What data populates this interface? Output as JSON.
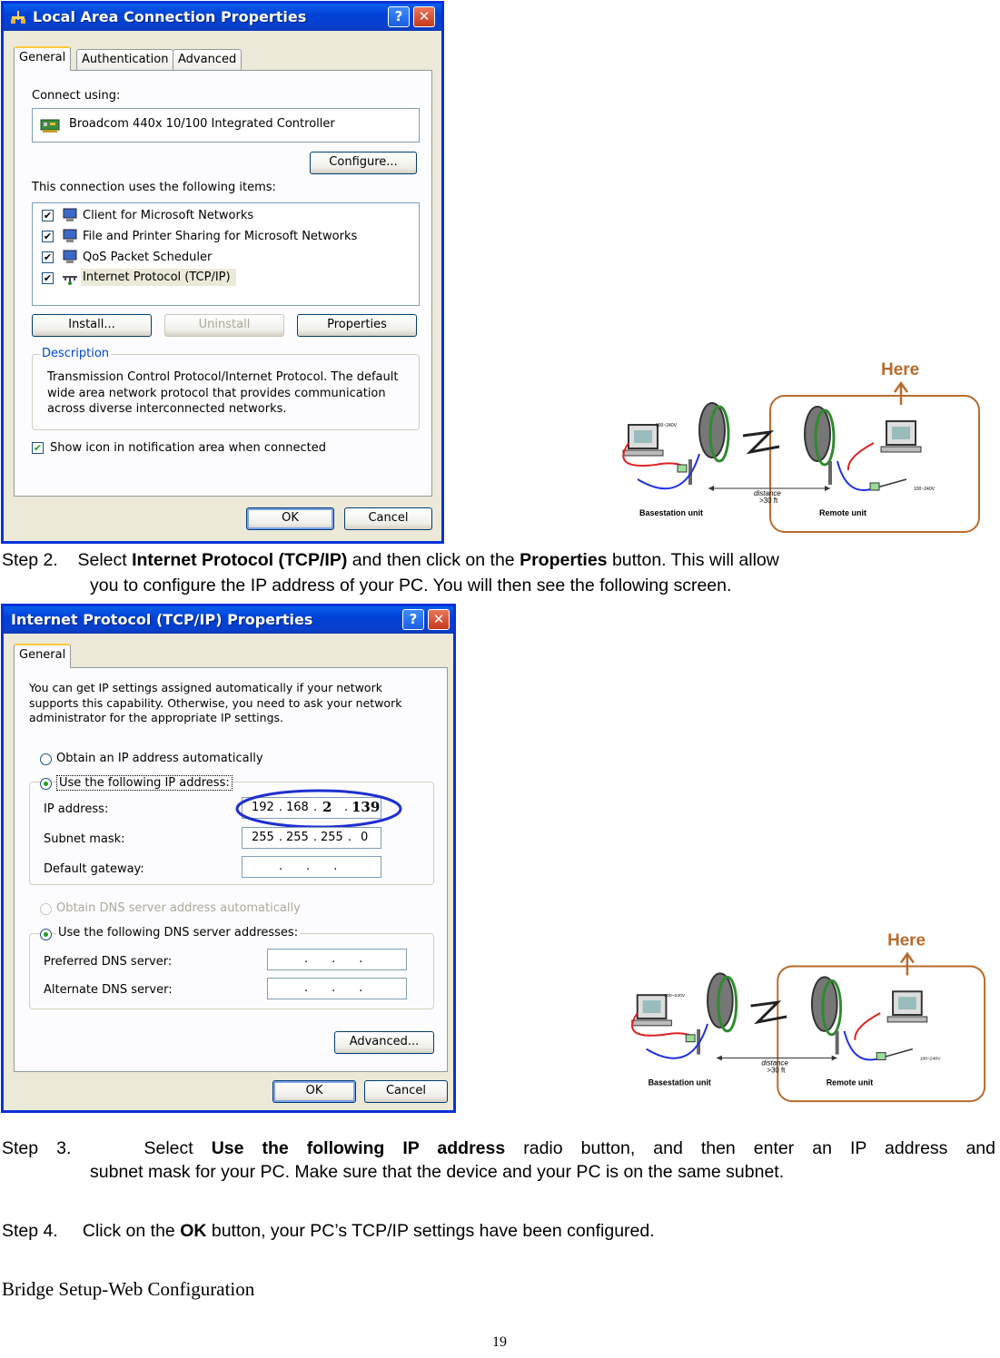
{
  "dialog1": {
    "title": "Local Area Connection Properties",
    "tabs": [
      "General",
      "Authentication",
      "Advanced"
    ],
    "connect_using_label": "Connect using:",
    "adapter": "Broadcom 440x 10/100 Integrated Controller",
    "configure_btn": "Configure...",
    "items_label": "This connection uses the following items:",
    "items": [
      "Client for Microsoft Networks",
      "File and Printer Sharing for Microsoft Networks",
      "QoS Packet Scheduler",
      "Internet Protocol (TCP/IP)"
    ],
    "install_btn": "Install...",
    "uninstall_btn": "Uninstall",
    "properties_btn": "Properties",
    "description_title": "Description",
    "description": "Transmission Control Protocol/Internet Protocol. The default wide area network protocol that provides communication across diverse interconnected networks.",
    "show_icon_label": "Show icon in notification area when connected",
    "ok_btn": "OK",
    "cancel_btn": "Cancel"
  },
  "dialog2": {
    "title": "Internet Protocol (TCP/IP) Properties",
    "tab": "General",
    "intro": "You can get IP settings assigned automatically if your network supports this capability. Otherwise, you need to ask your network administrator for the appropriate IP settings.",
    "obtain_ip": "Obtain an IP address automatically",
    "use_ip": "Use the following IP address:",
    "ip_label": "IP address:",
    "ip_value": [
      "192",
      "168",
      "2",
      "139"
    ],
    "mask_label": "Subnet mask:",
    "mask_value": [
      "255",
      "255",
      "255",
      "0"
    ],
    "gateway_label": "Default gateway:",
    "obtain_dns": "Obtain DNS server address automatically",
    "use_dns": "Use the following DNS server addresses:",
    "pref_dns_label": "Preferred DNS server:",
    "alt_dns_label": "Alternate DNS server:",
    "advanced_btn": "Advanced...",
    "ok_btn": "OK",
    "cancel_btn": "Cancel"
  },
  "diagram": {
    "here": "Here",
    "base_label": "Basestation unit",
    "remote_label": "Remote unit",
    "distance_label": "distance",
    "distance_value": ">30 ft",
    "power_left": "100~240V",
    "power_right": "100~240V"
  },
  "steps": {
    "s2_prefix": "Step 2.    Select ",
    "s2_bold1": "Internet Protocol (TCP/IP)",
    "s2_mid": " and then click on the ",
    "s2_bold2": "Properties",
    "s2_end": " button. This will allow",
    "s2_line2": "you to configure the IP address of your PC. You will then see the following screen.",
    "s3_prefix": "Step 3.    Select ",
    "s3_bold": "Use the following IP address",
    "s3_end": " radio button, and then enter an IP address and",
    "s3_line2": "subnet mask for your PC. Make sure that the device and your PC is on the same subnet.",
    "s4_prefix": "Step 4.     Click on the ",
    "s4_bold": "OK",
    "s4_end": " button, your PC’s TCP/IP settings have been configured."
  },
  "footer": "Bridge Setup-Web Configuration",
  "page_number": "19"
}
